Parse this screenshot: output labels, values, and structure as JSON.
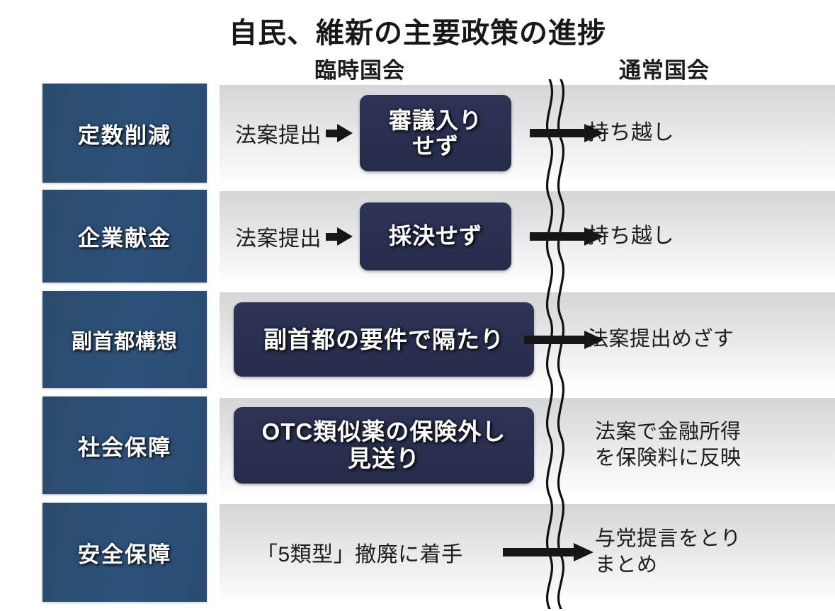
{
  "title": "自民、維新の主要政策の進捗",
  "columns": {
    "left_header": "臨時国会",
    "right_header": "通常国会"
  },
  "colors": {
    "category_chip": "#2d5179",
    "status_box": "#2a3050",
    "row_background_top": "#d4d6d8",
    "row_background_bottom": "#fdfdfd",
    "arrow": "#161616",
    "text": "#1d1d1d"
  },
  "rows": [
    {
      "category": "定数削減",
      "pre_text": "法案提出",
      "has_mini_arrow": true,
      "status": "審議入り\nせず",
      "status_lines": 2,
      "has_long_arrow": true,
      "result": "持ち越し"
    },
    {
      "category": "企業献金",
      "pre_text": "法案提出",
      "has_mini_arrow": true,
      "status": "採決せず",
      "status_lines": 1,
      "has_long_arrow": true,
      "result": "持ち越し"
    },
    {
      "category": "副首都構想",
      "pre_text": "",
      "has_mini_arrow": false,
      "status": "副首都の要件で隔たり",
      "status_lines": 1,
      "has_long_arrow": true,
      "result": "法案提出めざす"
    },
    {
      "category": "社会保障",
      "pre_text": "",
      "has_mini_arrow": false,
      "status": "OTC類似薬の保険外し\n見送り",
      "status_lines": 2,
      "has_long_arrow": false,
      "result": "法案で金融所得\nを保険料に反映"
    },
    {
      "category": "安全保障",
      "pre_text": "「5類型」撤廃に着手",
      "has_mini_arrow": false,
      "status": "",
      "status_lines": 0,
      "has_long_arrow": true,
      "result": "与党提言をとり\nまとめ"
    }
  ]
}
